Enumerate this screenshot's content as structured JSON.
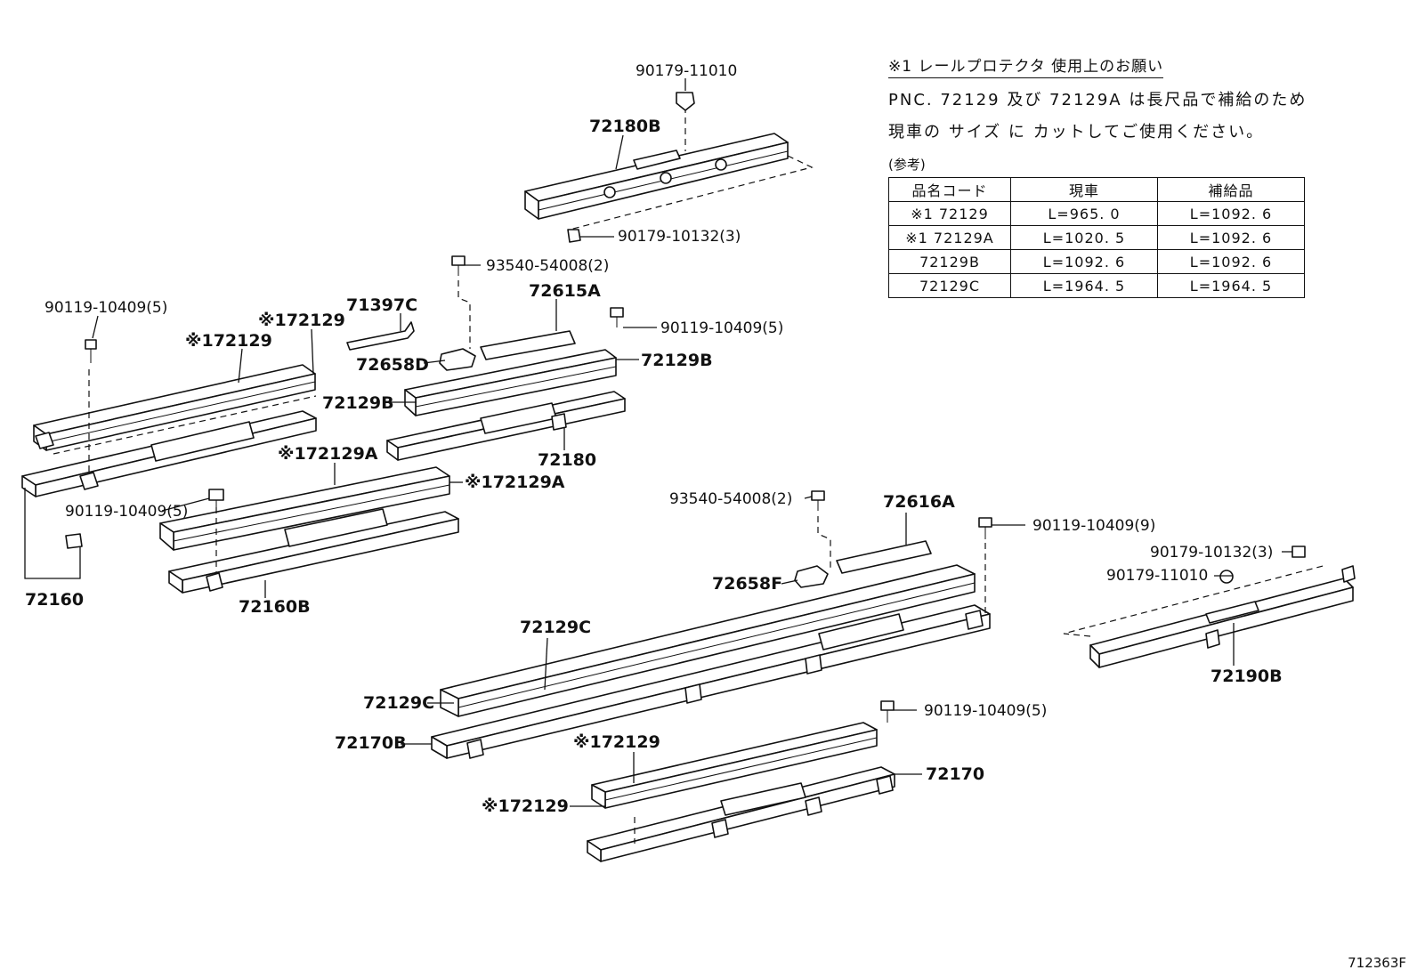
{
  "labels": {
    "p_90179_11010_top": "90179-11010",
    "p_72180B": "72180B",
    "p_90179_10132_top": "90179-10132(3)",
    "p_93540_54008_a": "93540-54008(2)",
    "p_72615A": "72615A",
    "p_71397C": "71397C",
    "p_90119_10409_a": "90119-10409(5)",
    "p_72129_star_a": "※172129",
    "p_72129_star_b": "※172129",
    "p_90119_10409_b": "90119-10409(5)",
    "p_72658D": "72658D",
    "p_72129B_a": "72129B",
    "p_72129B_b": "72129B",
    "p_72180": "72180",
    "p_72129A_star_a": "※172129A",
    "p_72129A_star_b": "※172129A",
    "p_90119_10409_c": "90119-10409(5)",
    "p_72160": "72160",
    "p_72160B": "72160B",
    "p_93540_54008_b": "93540-54008(2)",
    "p_72616A": "72616A",
    "p_90119_10409_d": "90119-10409(9)",
    "p_90179_10132_b": "90179-10132(3)",
    "p_90179_11010_b": "90179-11010",
    "p_72658F": "72658F",
    "p_72129C_a": "72129C",
    "p_72129C_b": "72129C",
    "p_72190B": "72190B",
    "p_72170B": "72170B",
    "p_90119_10409_e": "90119-10409(5)",
    "p_72129_star_c": "※172129",
    "p_72129_star_d": "※172129",
    "p_72170": "72170"
  },
  "notes": {
    "title": "※1 レールプロテクタ 使用上のお願い",
    "line1": "PNC. 72129 及び 72129A は長尺品で補給のため",
    "line2": "現車の サイズ に カットしてご使用ください。",
    "reference_label": "(参考)",
    "table": {
      "headers": [
        "品名コード",
        "現車",
        "補給品"
      ],
      "rows": [
        [
          "※1 72129",
          "L=965. 0",
          "L=1092. 6"
        ],
        [
          "※1 72129A",
          "L=1020. 5",
          "L=1092. 6"
        ],
        [
          "72129B",
          "L=1092. 6",
          "L=1092. 6"
        ],
        [
          "72129C",
          "L=1964. 5",
          "L=1964. 5"
        ]
      ]
    }
  },
  "figure_id": "712363F"
}
